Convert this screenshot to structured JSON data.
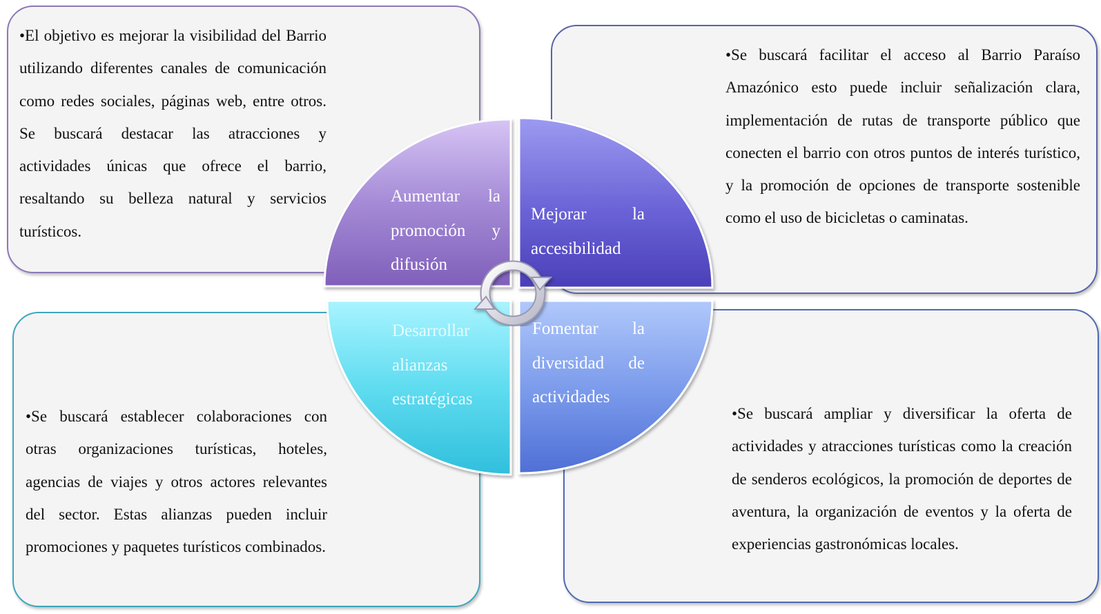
{
  "diagram": {
    "quadrants": [
      {
        "id": "tl",
        "label_lines": [
          "Aumentar la",
          "promoción y",
          "difusión"
        ],
        "color": "#9b82cc"
      },
      {
        "id": "tr",
        "label_lines": [
          "Mejorar la",
          "accesibilidad"
        ],
        "color": "#6c64d2"
      },
      {
        "id": "bl",
        "label_lines": [
          "Desarrollar",
          "alianzas",
          "estratégicas"
        ],
        "color": "#49d2ea"
      },
      {
        "id": "br",
        "label_lines": [
          "Fomentar la",
          "diversidad de",
          "actividades"
        ],
        "color": "#6d8ee6"
      }
    ],
    "center_icon": "circular-arrows-icon",
    "boxes": {
      "tl": "•El objetivo es mejorar la visibilidad del Barrio utilizando diferentes canales de comunicación como redes sociales, páginas web, entre otros. Se buscará destacar las atracciones y actividades únicas que ofrece el barrio, resaltando su belleza natural y servicios turísticos.",
      "tr": "•Se buscará facilitar el acceso al Barrio Paraíso Amazónico esto puede incluir señalización clara, implementación de rutas de transporte público que conecten el barrio con otros puntos de interés turístico, y la promoción de opciones de transporte sostenible como el uso de bicicletas o caminatas.",
      "bl": "•Se buscará establecer colaboraciones con otras organizaciones turísticas, hoteles, agencias de viajes y otros actores relevantes del sector. Estas alianzas pueden incluir promociones y paquetes turísticos combinados.",
      "br": "•Se buscará ampliar y diversificar la oferta de actividades y atracciones turísticas como la creación de senderos ecológicos, la promoción de deportes de aventura, la organización de eventos y la oferta de experiencias gastronómicas locales."
    }
  }
}
